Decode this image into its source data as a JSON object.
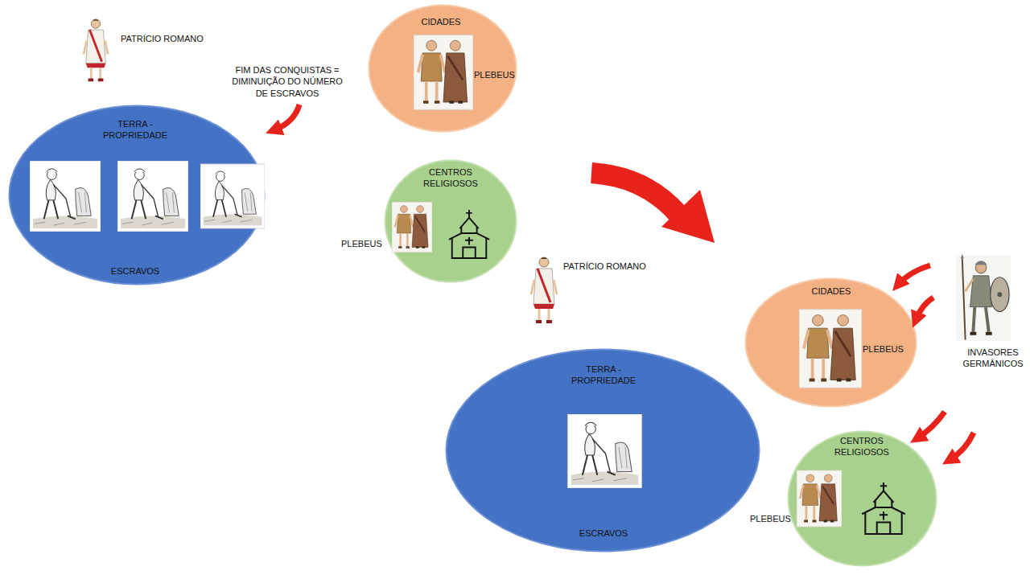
{
  "diagram": {
    "nodes": [
      {
        "text": [
          "TERRA - PROPRIEDADE",
          "ESCRAVOS"
        ]
      },
      {
        "text": [
          "CIDADES",
          "PLEBEUS"
        ]
      },
      {
        "text": [
          "CENTROS RELIGIOSOS",
          "PLEBEUS"
        ]
      },
      {
        "text": [
          "TERRA - PROPRIEDADE",
          "ESCRAVOS"
        ]
      },
      {
        "text": [
          "CIDADES",
          "PLEBEUS"
        ]
      },
      {
        "text": [
          "CENTROS RELIGIOSOS",
          "PLEBEUS"
        ]
      }
    ],
    "labels": [
      "PATRÍCIO ROMANO",
      "FIM DAS CONQUISTAS = DIMINUIÇÃO DO NÚMERO DE ESCRAVOS",
      "PATRÍCIO ROMANO",
      "INVASORES GERMÂNICOS"
    ]
  }
}
